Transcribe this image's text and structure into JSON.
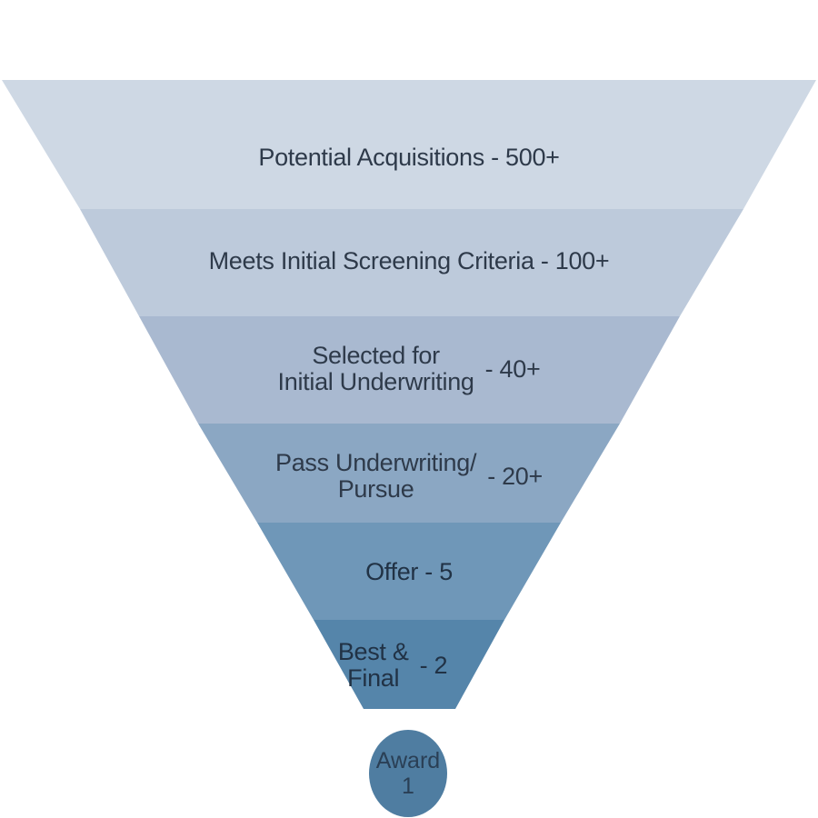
{
  "funnel": {
    "layers": [
      {
        "lines": [
          "Potential Acquisitions - 500+"
        ],
        "suffix": "",
        "color": "#ced8e4"
      },
      {
        "lines": [
          "Meets Initial Screening Criteria - 100+"
        ],
        "suffix": "",
        "color": "#bdcadb"
      },
      {
        "lines": [
          "Selected for",
          "Initial Underwriting"
        ],
        "suffix": "- 40+",
        "color": "#a9b9d0"
      },
      {
        "lines": [
          "Pass Underwriting/",
          "Pursue"
        ],
        "suffix": "- 20+",
        "color": "#8ba7c3"
      },
      {
        "lines": [
          "Offer - 5"
        ],
        "suffix": "",
        "color": "#6f97b8"
      },
      {
        "lines": [
          "Best &",
          "Final"
        ],
        "suffix": "- 2",
        "color": "#5585aa"
      }
    ],
    "award": {
      "lines": [
        "Award",
        "1"
      ],
      "color": "#4f7da1"
    }
  }
}
